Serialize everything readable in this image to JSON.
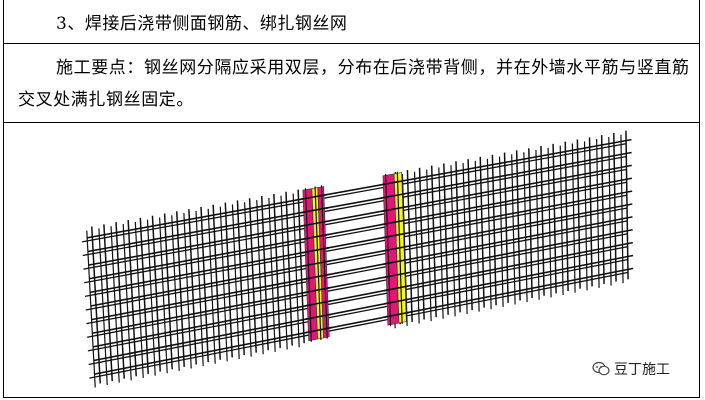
{
  "section": {
    "heading": "3、焊接后浇带侧面钢筋、绑扎钢丝网"
  },
  "notes": {
    "text": "施工要点：钢丝网分隔应采用双层，分布在后浇带背侧，并在外墙水平筋与竖直筋交叉处满扎钢丝固定。"
  },
  "figure": {
    "colors": {
      "rebar": "#111111",
      "strip_magenta": "#e3157a",
      "strip_yellow": "#f5f51e"
    }
  },
  "watermark": {
    "brand": "豆丁施工",
    "icon": "chat-bubble-icon"
  }
}
